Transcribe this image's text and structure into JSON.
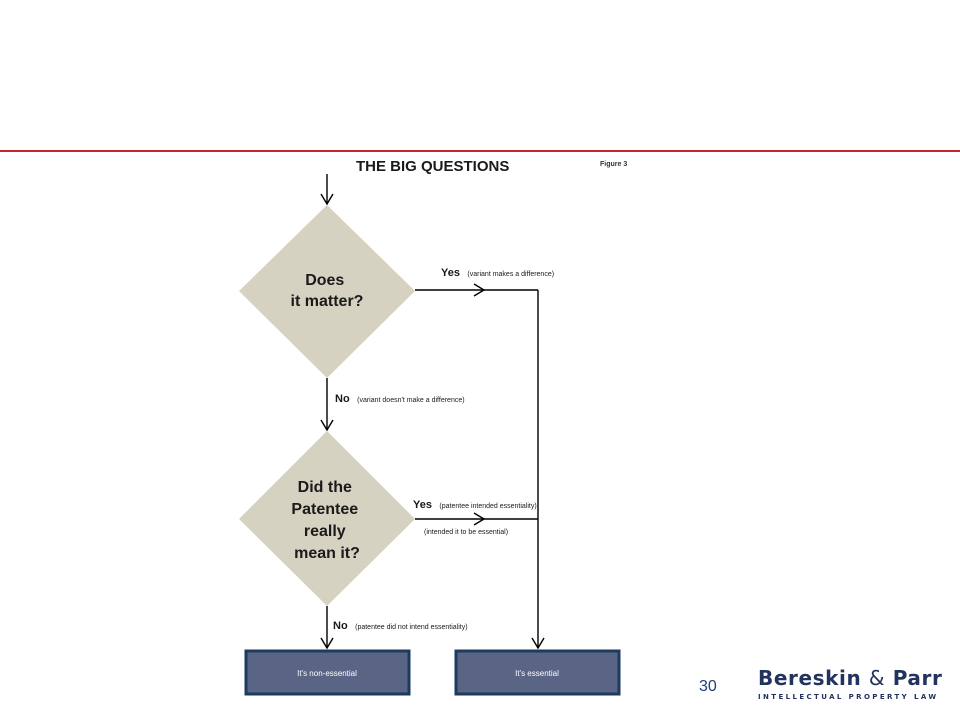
{
  "diagram": {
    "title": "THE BIG QUESTIONS",
    "figure_label": "Figure 3",
    "nodes": {
      "matter": {
        "lines": [
          "Does",
          "it matter?"
        ]
      },
      "mean": {
        "lines": [
          "Did the",
          "Patentee",
          "really",
          "mean it?"
        ]
      },
      "non_essential": {
        "label": "It's non-essential"
      },
      "essential": {
        "label": "It's essential"
      }
    },
    "edges": {
      "matter_yes": {
        "label": "Yes",
        "detail": "(variant makes a difference)"
      },
      "matter_no": {
        "label": "No",
        "detail": "(variant doesn't make a difference)"
      },
      "mean_yes": {
        "label": "Yes",
        "detail": "(patentee intended essentiality)",
        "note": "(intended it to be essential)"
      },
      "mean_no": {
        "label": "No",
        "detail": "(patentee did not intend essentiality)"
      }
    }
  },
  "footer": {
    "page_number": "30",
    "brand_name_part1": "Bereskin",
    "brand_ampersand": "&",
    "brand_name_part2": "Parr",
    "brand_tagline": "INTELLECTUAL PROPERTY LAW"
  },
  "colors": {
    "accent_rule": "#c0282d",
    "decision_fill": "#d6d2c1",
    "outcome_fill": "#5a6585",
    "outcome_border": "#1e3a5f",
    "brand": "#23335f"
  }
}
